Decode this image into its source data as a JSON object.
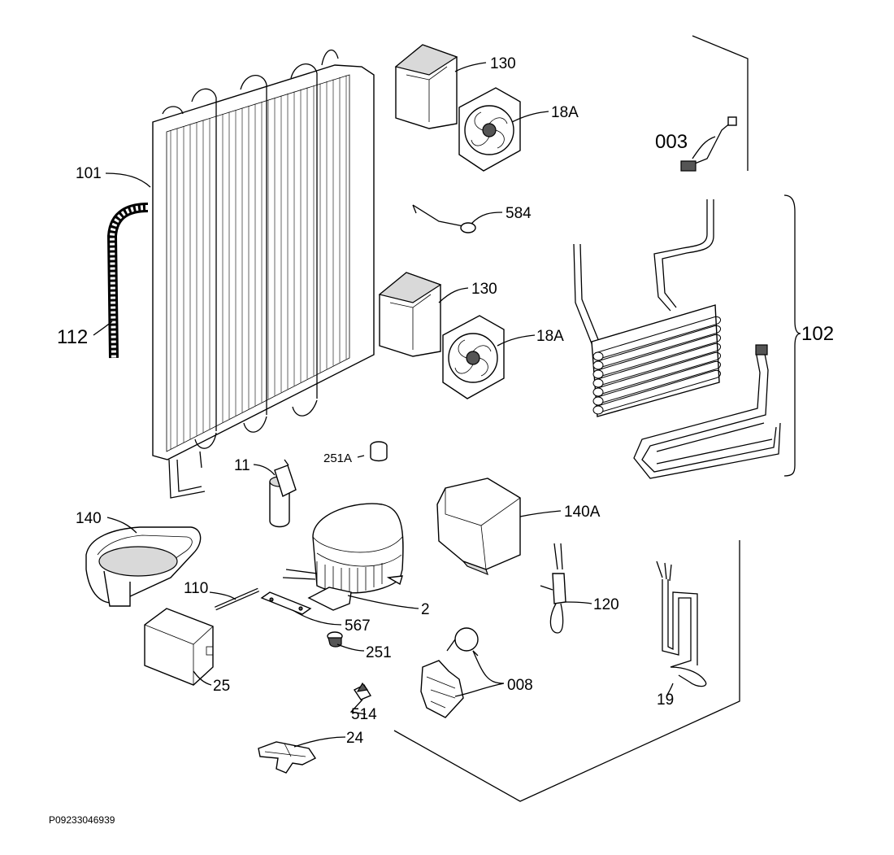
{
  "labels": {
    "p130a": "130",
    "p18Aa": "18A",
    "p003": "003",
    "p101": "101",
    "p584": "584",
    "p112": "112",
    "p130b": "130",
    "p18Ab": "18A",
    "p102": "102",
    "p251A": "251A",
    "p11": "11",
    "p140": "140",
    "p140A": "140A",
    "p110": "110",
    "p2": "2",
    "p567": "567",
    "p120": "120",
    "p251": "251",
    "p25": "25",
    "p008": "008",
    "p19": "19",
    "p514": "514",
    "p24": "24"
  },
  "document_code": "P09233046939"
}
